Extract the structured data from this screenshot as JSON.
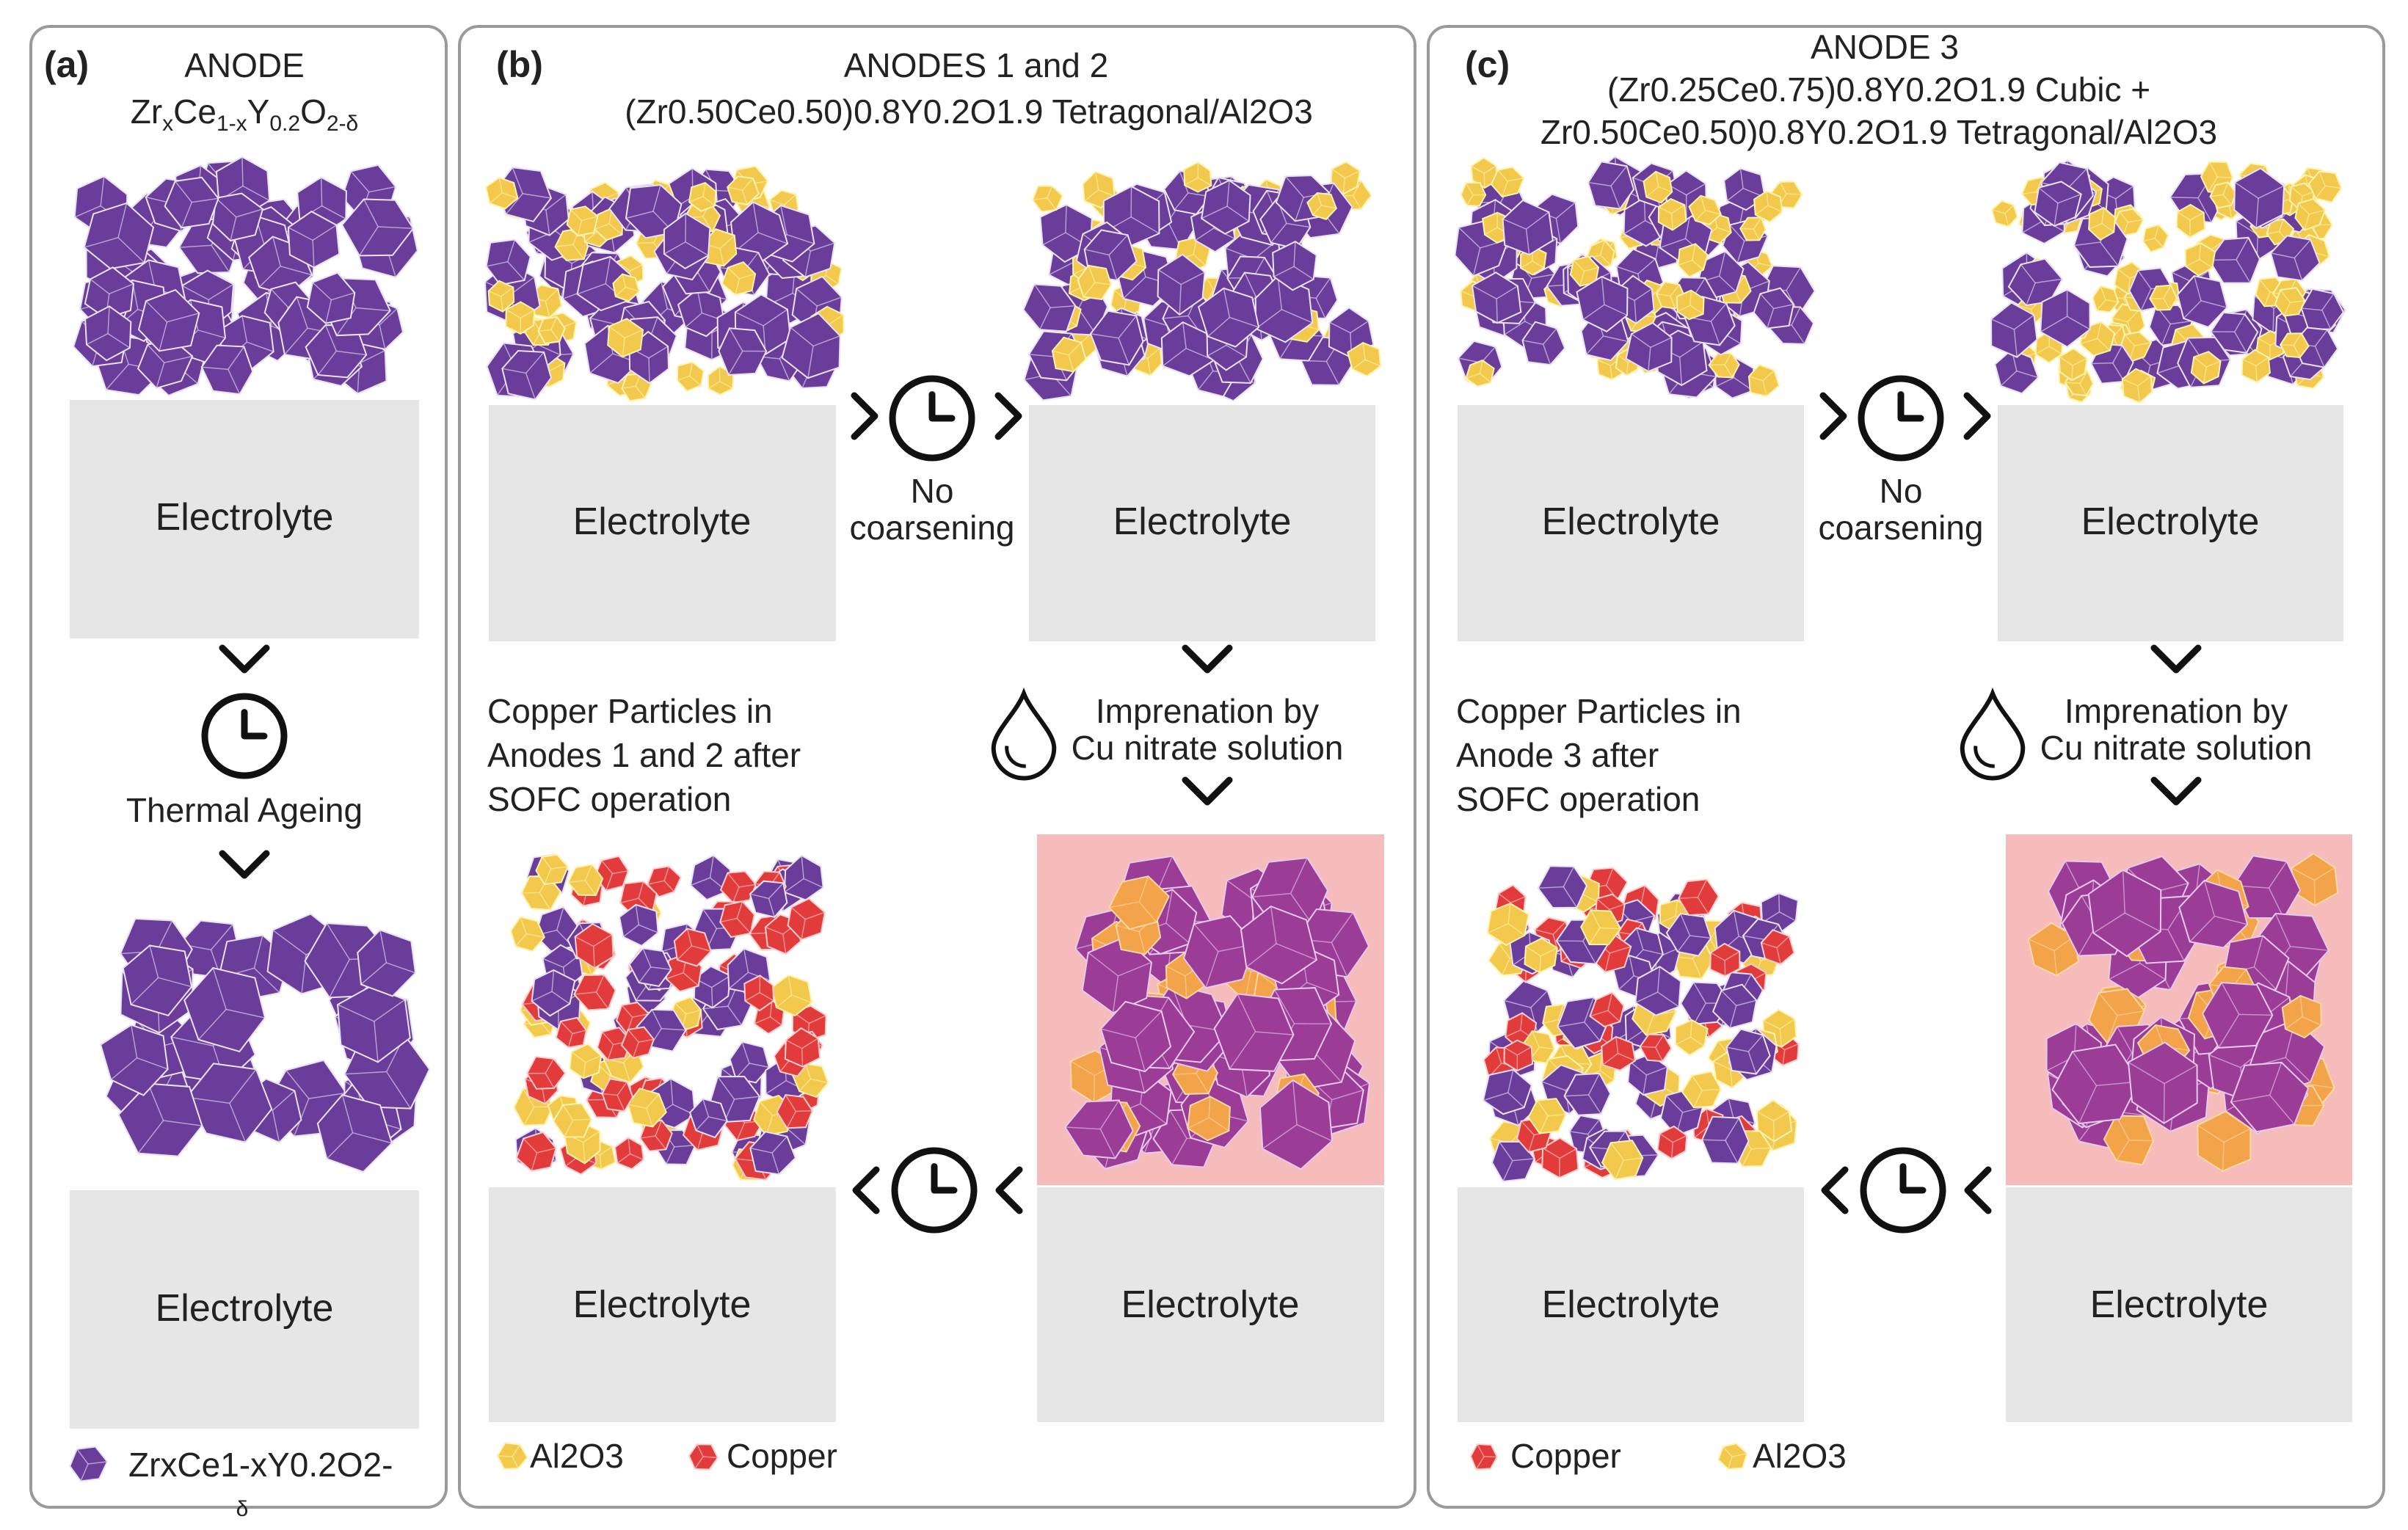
{
  "panel_a": {
    "tag": "(a)",
    "title": "ANODE",
    "formula": {
      "base": [
        "Zr",
        "Ce",
        "Y",
        "O"
      ],
      "subs": [
        "x",
        "1-x",
        "0.2",
        "2-δ"
      ]
    },
    "step_label": "Thermal Ageing",
    "electrolyte_top": "Electrolyte",
    "electrolyte_bottom": "Electrolyte",
    "legend_text": "ZrxCe1-xY0.2O2-",
    "legend_wrap": "δ"
  },
  "panel_b": {
    "tag": "(b)",
    "title": "ANODES 1 and 2",
    "subtitle": "(Zr0.50Ce0.50)0.8Y0.2O1.9 Tetragonal/Al2O3",
    "no_coarsening_1": "No",
    "no_coarsening_2": "coarsening",
    "impregnation_1": "Imprenation by",
    "impregnation_2": "Cu nitrate solution",
    "copper_caption_1": "Copper Particles in",
    "copper_caption_2": "Anodes 1 and 2 after",
    "copper_caption_3": "SOFC operation",
    "electrolyte": "Electrolyte",
    "legend_al2o3": "Al2O3",
    "legend_copper": "Copper"
  },
  "panel_c": {
    "tag": "(c)",
    "title": "ANODE 3",
    "subtitle_1": "(Zr0.25Ce0.75)0.8Y0.2O1.9 Cubic +",
    "subtitle_2": "Zr0.50Ce0.50)0.8Y0.2O1.9 Tetragonal/Al2O3",
    "no_coarsening_1": "No",
    "no_coarsening_2": "coarsening",
    "impregnation_1": "Imprenation by",
    "impregnation_2": "Cu nitrate solution",
    "copper_caption_1": "Copper Particles in",
    "copper_caption_2": "Anode 3 after",
    "copper_caption_3": "SOFC operation",
    "electrolyte": "Electrolyte",
    "legend_copper": "Copper",
    "legend_al2o3": "Al2O3"
  },
  "colors": {
    "zirconia": "#6a3d9a",
    "zirconia_light": "#8e64c3",
    "zirconia_aged": "#9b3d97",
    "alumina": "#f2c94c",
    "alumina_light": "#ffe27a",
    "copper_nitrate_particle": "#f3a34a",
    "copper": "#e23b3b",
    "electrolyte": "#e6e6e6",
    "impregnated_bg": "#f6bcbc",
    "frame": "#9a9a9a"
  },
  "icons": [
    "clock-icon",
    "droplet-icon",
    "chevron-right-icon",
    "chevron-left-icon",
    "chevron-down-icon"
  ]
}
